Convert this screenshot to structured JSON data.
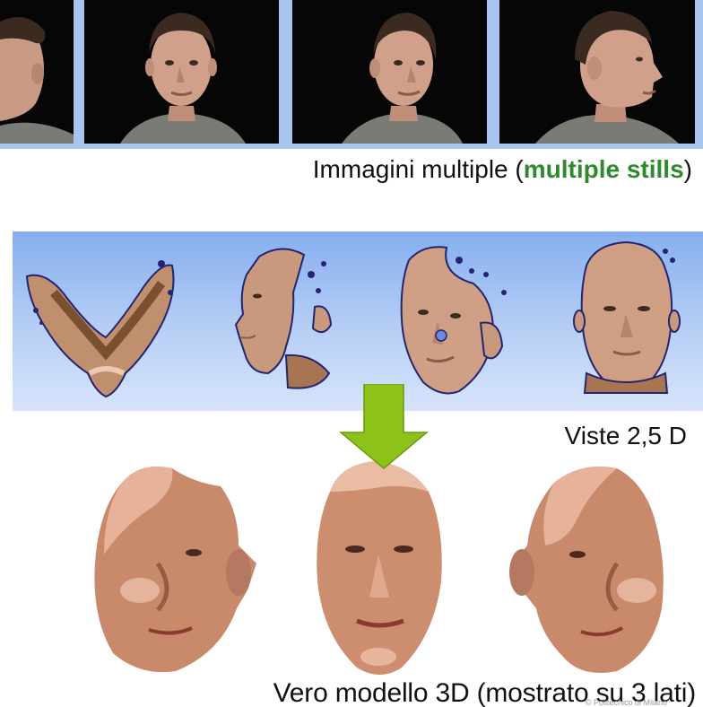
{
  "stills": {
    "caption_prefix": "Immagini multiple (",
    "caption_highlight": "multiple stills",
    "caption_suffix": ")",
    "frames": [
      {
        "name": "still-profile-left"
      },
      {
        "name": "still-frontal"
      },
      {
        "name": "still-three-quarter"
      },
      {
        "name": "still-profile-right"
      }
    ]
  },
  "views": {
    "caption": "Viste 2,5 D",
    "items": [
      {
        "name": "view-bottom"
      },
      {
        "name": "view-profile"
      },
      {
        "name": "view-three-quarter"
      },
      {
        "name": "view-frontal"
      }
    ]
  },
  "model": {
    "caption": "Vero modello 3D (mostrato su 3 lati)",
    "credit": "© Politecnico di Milano",
    "renders": [
      {
        "name": "render-left-side"
      },
      {
        "name": "render-front"
      },
      {
        "name": "render-right-side"
      }
    ]
  },
  "colors": {
    "strip_background": "#a9c4ee",
    "highlight_green": "#2f8a2f",
    "arrow_green": "#8cc21a",
    "band_top": "#86aef0",
    "band_bottom": "#d7e4fb"
  },
  "icons": {
    "arrow": "down-arrow-icon"
  }
}
